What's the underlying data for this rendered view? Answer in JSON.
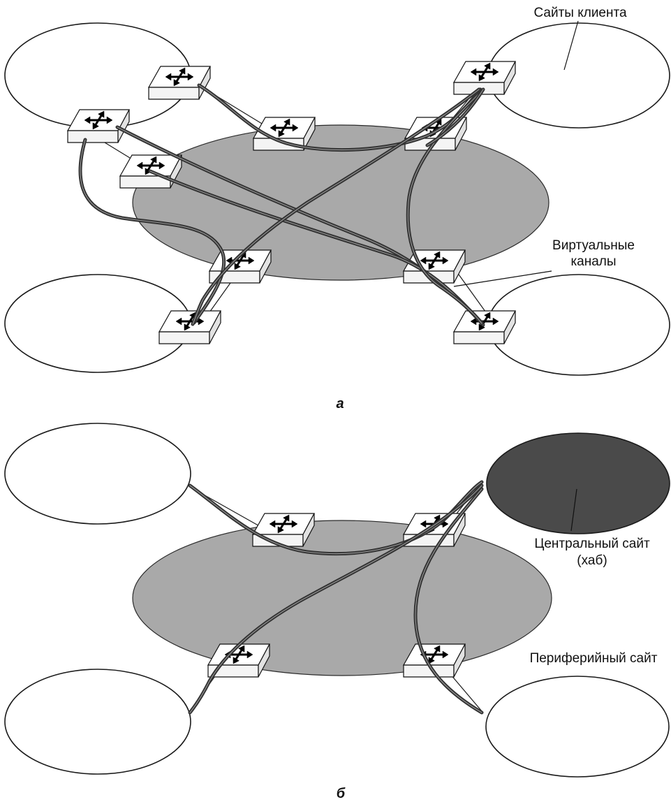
{
  "panel_a": {
    "caption": "а",
    "labels": {
      "client_sites": "Сайты клиента",
      "virtual_channels": [
        "Виртуальные",
        "каналы"
      ]
    }
  },
  "panel_b": {
    "caption": "б",
    "labels": {
      "central_site": [
        "Центральный сайт",
        "(хаб)"
      ],
      "peripheral_site": "Периферийный сайт"
    }
  },
  "colors": {
    "client_site": "#ffffff",
    "provider_network": "#a9a9a9",
    "hub_site": "#4a4a4a",
    "channel": "#333333"
  },
  "icons": {
    "router": "router-icon"
  }
}
